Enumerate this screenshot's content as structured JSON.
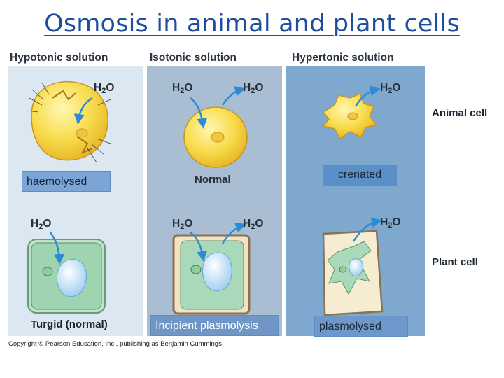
{
  "title": "Osmosis in animal and plant cells",
  "columns": {
    "hypotonic": "Hypotonic solution",
    "isotonic": "Isotonic solution",
    "hypertonic": "Hypertonic solution"
  },
  "rows": {
    "animal": "Animal cell",
    "plant": "Plant cell"
  },
  "water": {
    "text": "H",
    "sub": "2",
    "tail": "O"
  },
  "labels": {
    "haemolysed": "haemolysed",
    "normal": "Normal",
    "crenated": "crenated",
    "turgid": "Turgid (normal)",
    "incipient": "Incipient plasmolysis",
    "plasmolysed": "plasmolysed"
  },
  "copyright": "Copyright © Pearson Education, Inc., publishing as Benjamin Cummings.",
  "colors": {
    "hypotonic_bg": "#dbe7f1",
    "isotonic_bg": "#a9bed2",
    "hypertonic_bg": "#7ea8cd",
    "cell_yellow": "#f7d94a",
    "arrow_blue": "#2c8bd6",
    "title_blue": "#1f4e9c"
  }
}
